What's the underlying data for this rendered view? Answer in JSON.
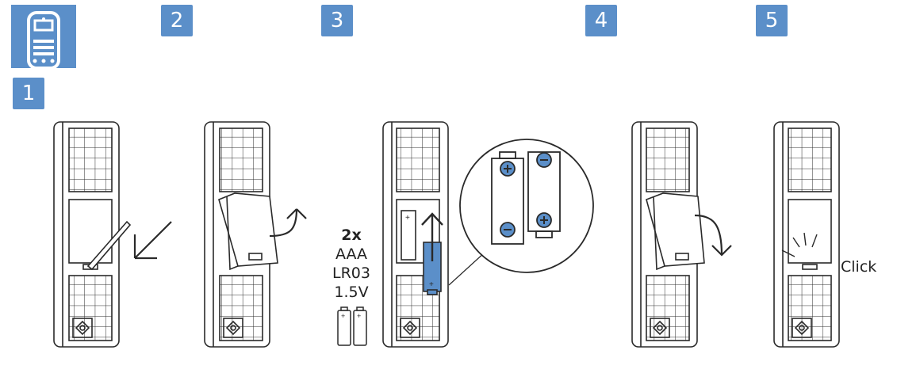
{
  "steps": [
    "1",
    "2",
    "3",
    "4",
    "5"
  ],
  "battery": {
    "qty": "2x",
    "type": "AAA",
    "code": "LR03",
    "voltage": "1.5V",
    "plus": "+",
    "minus": "−"
  },
  "click_label": "Click",
  "colors": {
    "badge": "#5b8fc9",
    "battery_highlight": "#5b8fc9",
    "line": "#2a2a2a"
  },
  "icons": [
    "remote-icon",
    "down-left-arrow-icon",
    "curved-up-arrow-icon",
    "up-arrow-icon",
    "curved-down-arrow-icon",
    "click-rays-icon"
  ]
}
